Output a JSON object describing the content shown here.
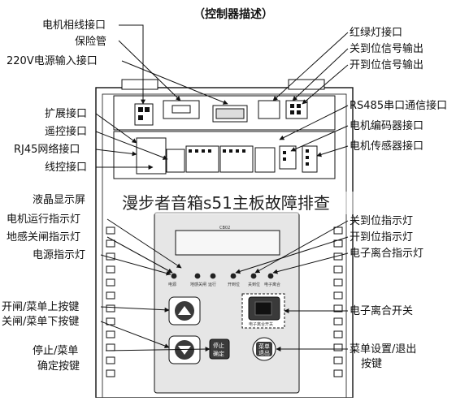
{
  "title": "（控制器描述）",
  "overlay_text": "漫步者音箱s51主板故障排查",
  "left_labels": [
    "电机相线接口",
    "保险管",
    "220V电源输入接口",
    "扩展接口",
    "遥控接口",
    "RJ45网络接口",
    "线控接口",
    "液晶显示屏",
    "电机运行指示灯",
    "地感关闸指示灯",
    "电源指示灯",
    "开闸/菜单上按键",
    "关闸/菜单下按键",
    "停止/菜单",
    "确定按键"
  ],
  "right_labels": [
    "红绿灯接口",
    "关到位信号输出",
    "开到位信号输出",
    "RS485串口通信接口",
    "电机编码器接口",
    "电机传感器接口",
    "关到位指示灯",
    "开到位指示灯",
    "电子离合指示灯",
    "电子离合开关",
    "菜单设置/退出",
    "按键"
  ],
  "panel": {
    "model": "CB02",
    "led_labels": [
      "电源",
      "地感关闸",
      "运行",
      "开到位",
      "关到位",
      "电子离合"
    ],
    "stop_key_label": [
      "停止",
      "确定"
    ],
    "menu_key_label": [
      "菜单",
      "退出"
    ],
    "clutch_switch_label": "电子离合开关"
  },
  "colors": {
    "line": "#111111",
    "panel_fill": "#e6e6e6",
    "lcd_fill": "#f7f7f7",
    "key_fill": "#3a3a3a"
  }
}
